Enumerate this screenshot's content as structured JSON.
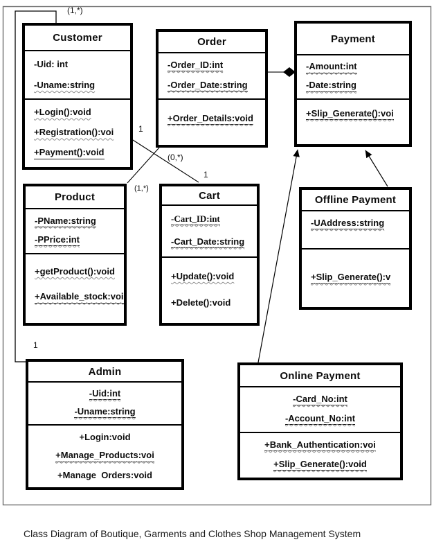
{
  "caption": "Class Diagram of Boutique, Garments and Clothes Shop Management System",
  "classes": [
    {
      "name": "Customer",
      "attributes": [
        {
          "text": "-Uid: int",
          "u": "none"
        },
        {
          "text": "-Uname:string",
          "u": "wavy"
        }
      ],
      "methods": [
        {
          "text": "+Login():void",
          "u": "wavy"
        },
        {
          "text": "+Registration():voi",
          "u": "wavy"
        },
        {
          "text": "+Payment():void",
          "u": "solid"
        }
      ]
    },
    {
      "name": "Order",
      "attributes": [
        {
          "text": "-Order_ID:int",
          "u": "solid-wavy"
        },
        {
          "text": "-Order_Date:string",
          "u": "solid-wavy"
        }
      ],
      "methods": [
        {
          "text": "+Order_Details:void",
          "u": "solid-wavy"
        }
      ]
    },
    {
      "name": "Payment",
      "attributes": [
        {
          "text": "-Amount:int",
          "u": "solid-wavy"
        },
        {
          "text": "-Date:string",
          "u": "solid-wavy"
        }
      ],
      "methods": [
        {
          "text": "+Slip_Generate():voi",
          "u": "solid-wavy"
        }
      ]
    },
    {
      "name": "Product",
      "attributes": [
        {
          "text": "-PName:string",
          "u": "solid-wavy"
        },
        {
          "text": "-PPrice:int",
          "u": "solid-wavy"
        }
      ],
      "methods": [
        {
          "text": "+getProduct():void",
          "u": "wavy"
        },
        {
          "text": "+Available_stock:voi",
          "u": "solid-wavy"
        }
      ]
    },
    {
      "name": "Cart",
      "attributes": [
        {
          "text": "-Cart_ID:int",
          "u": "solid-wavy",
          "f": "serif"
        },
        {
          "text": "-Cart_Date:string",
          "u": "solid-wavy"
        }
      ],
      "methods": [
        {
          "text": "+Update():void",
          "u": "wavy"
        },
        {
          "text": "+Delete():void",
          "u": "none"
        }
      ]
    },
    {
      "name": "Offline Payment",
      "attributes": [
        {
          "text": "-UAddress:string",
          "u": "solid-wavy"
        }
      ],
      "methods": [
        {
          "text": "+Slip_Generate():v",
          "u": "solid-wavy"
        }
      ]
    },
    {
      "name": "Admin",
      "attributes": [
        {
          "text": "-Uid:int",
          "u": "solid-wavy"
        },
        {
          "text": "-Uname:string",
          "u": "solid-wavy"
        }
      ],
      "methods": [
        {
          "text": "+Login:void",
          "u": "none"
        },
        {
          "text": "+Manage_Products:voi",
          "u": "solid-wavy"
        },
        {
          "text": "+Manage  Orders:void",
          "u": "none"
        }
      ]
    },
    {
      "name": "Online Payment",
      "attributes": [
        {
          "text": "-Card_No:int",
          "u": "solid-wavy"
        },
        {
          "text": "-Account_No:int",
          "u": "solid-wavy"
        }
      ],
      "methods": [
        {
          "text": "+Bank_Authentication:voi",
          "u": "solid-wavy"
        },
        {
          "text": "+Slip_Generate():void",
          "u": "solid-wavy"
        }
      ]
    }
  ],
  "labels": [
    {
      "text": "(1,*)"
    },
    {
      "text": "1"
    },
    {
      "text": "(0,*)"
    },
    {
      "text": "1"
    },
    {
      "text": "(1,*)"
    },
    {
      "text": "1"
    }
  ]
}
